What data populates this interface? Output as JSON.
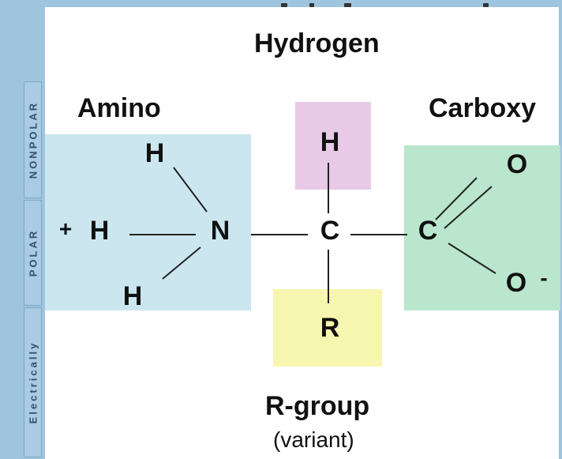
{
  "labels": {
    "hydrogen": "Hydrogen",
    "amino": "Amino",
    "carboxy": "Carboxy",
    "rgroup": "R-group",
    "rgroup_sub": "(variant)"
  },
  "atoms": {
    "plus": "+",
    "h_amino_left": "H",
    "h_amino_top": "H",
    "h_amino_bottom": "H",
    "n": "N",
    "c_alpha": "C",
    "h_alpha": "H",
    "r": "R",
    "c_carboxyl": "C",
    "o_double": "O",
    "o_single": "O",
    "minus": "-"
  },
  "sidebar": {
    "tabs": [
      "NONPOLAR",
      "POLAR",
      "Electrically"
    ]
  },
  "colors": {
    "amino_box": "#cbe6ef",
    "hydrogen_box": "#e8c9e6",
    "carboxy_box": "#b9e6cd",
    "rgroup_box": "#f6f6b0",
    "sidebar": "#9fc4de"
  }
}
